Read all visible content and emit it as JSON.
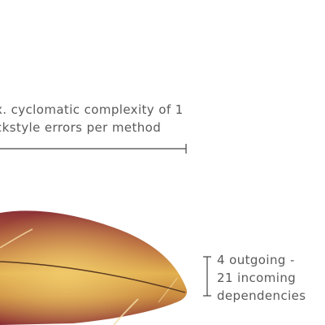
{
  "annotations": {
    "top_line_1": "x. cyclomatic complexity of 1",
    "top_line_2": "ckstyle errors per method",
    "right_line_1": "4 outgoing -",
    "right_line_2": "21 incoming",
    "right_line_3": "dependencies"
  },
  "colors": {
    "text": "#5a5a5a",
    "feather_dark": "#8a2e34",
    "feather_gold": "#d9a24a",
    "feather_light": "#f0c86a",
    "rule": "#444444"
  }
}
